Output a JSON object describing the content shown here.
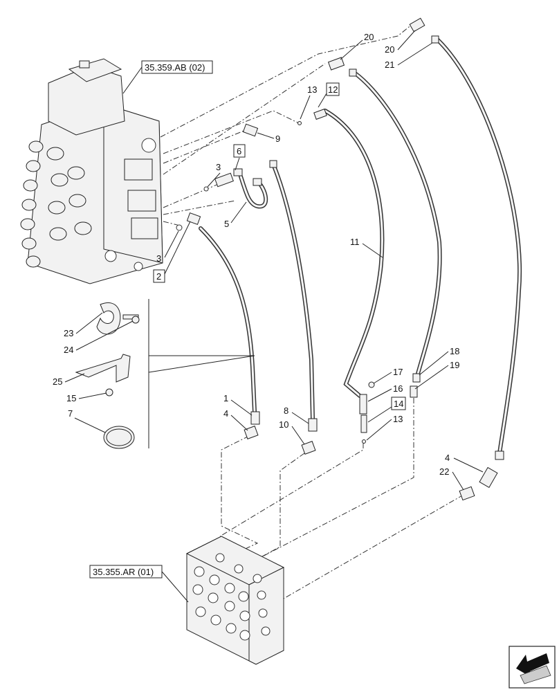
{
  "refs": {
    "control_valve": "35.359.AB (02)",
    "manifold": "35.355.AR (01)"
  },
  "callouts": {
    "c1": "1",
    "c2": "2",
    "c3a": "3",
    "c3b": "3",
    "c4a": "4",
    "c4b": "4",
    "c5": "5",
    "c6": "6",
    "c7": "7",
    "c8": "8",
    "c9": "9",
    "c10": "10",
    "c11": "11",
    "c12": "12",
    "c13a": "13",
    "c13b": "13",
    "c14": "14",
    "c15": "15",
    "c16": "16",
    "c17": "17",
    "c18": "18",
    "c19": "19",
    "c20a": "20",
    "c20b": "20",
    "c21": "21",
    "c22": "22",
    "c23": "23",
    "c24": "24",
    "c25": "25"
  },
  "icons": {
    "nav": "arrow-back-icon"
  }
}
